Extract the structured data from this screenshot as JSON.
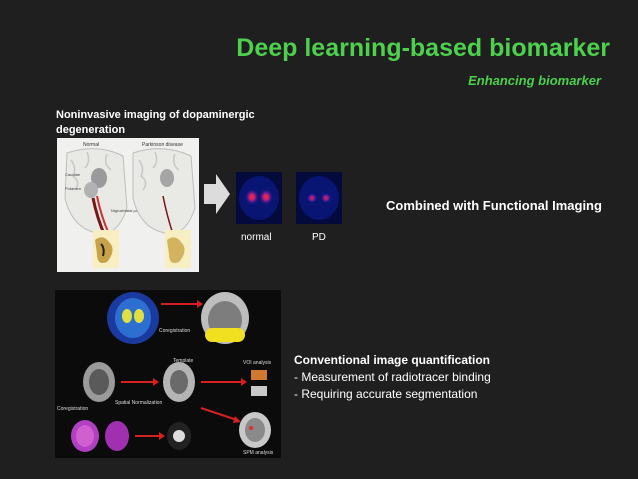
{
  "slide": {
    "title": "Deep learning-based biomarker",
    "subtitle": "Enhancing biomarker"
  },
  "imaging": {
    "caption": "Noninvasive imaging of dopaminergic degeneration",
    "illustration": {
      "normal_label": "Normal",
      "pd_label": "Parkinson disease",
      "caudate_label": "Caudate",
      "putamen_label": "Putamen",
      "pathway_label": "Nigrostriatal pathway"
    },
    "scans": {
      "normal_label": "normal",
      "pd_label": "PD"
    },
    "functional_text": "Combined with Functional Imaging"
  },
  "quantification": {
    "diagram": {
      "coregistration_label": "Coregistration",
      "template_label": "Template",
      "voi_label": "VOI analysis",
      "coregistration2_label": "Coregistration",
      "spatial_label": "Spatial Normalization",
      "spm_label": "SPM analysis"
    },
    "title": "Conventional image quantification",
    "line1": "- Measurement of radiotracer binding",
    "line2": "- Requiring accurate segmentation"
  },
  "colors": {
    "background": "#1f1f1f",
    "title_green": "#4dd04d",
    "arrow_red": "#d42020"
  }
}
